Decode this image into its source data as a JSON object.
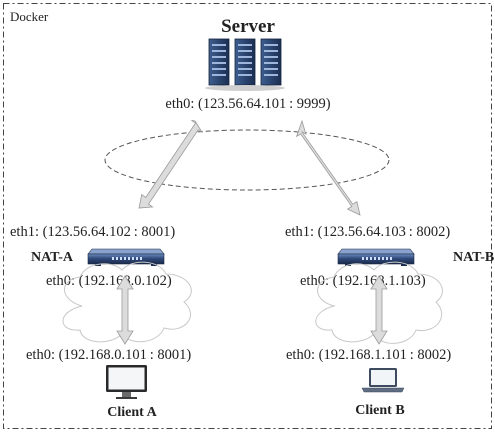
{
  "container": {
    "label": "Docker"
  },
  "server": {
    "title": "Server",
    "eth0": "eth0: (123.56.64.101 : 9999)"
  },
  "nat_a": {
    "name": "NAT-A",
    "eth1": "eth1: (123.56.64.102 : 8001)",
    "eth0": "eth0: (192.168.0.102)"
  },
  "nat_b": {
    "name": "NAT-B",
    "eth1": "eth1: (123.56.64.103 : 8002)",
    "eth0": "eth0: (192.168.1.103)"
  },
  "client_a": {
    "name": "Client A",
    "eth0": "eth0: (192.168.0.101 : 8001)"
  },
  "client_b": {
    "name": "Client B",
    "eth0": "eth0: (192.168.1.101 : 8002)"
  },
  "colors": {
    "arrow_fill": "#dcdcdc",
    "arrow_stroke": "#9a9a9a",
    "device_blue": "#2f4a7a",
    "device_dark": "#1e2f52",
    "border_dash": "#444444"
  }
}
